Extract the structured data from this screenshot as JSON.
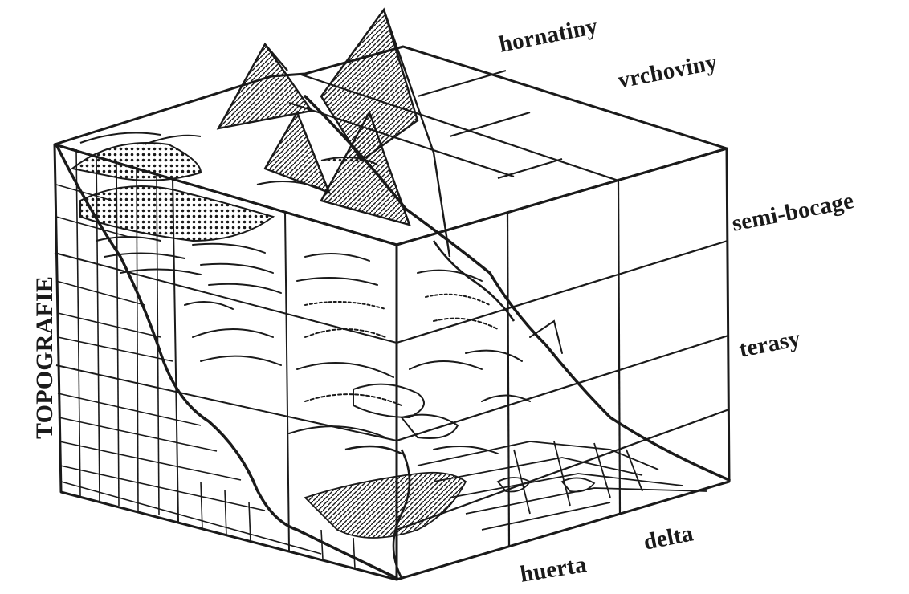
{
  "labels": {
    "hornatiny": "hornatiny",
    "vrchoviny": "vrchoviny",
    "semi_bocage": "semi-bocage",
    "terasy": "terasy",
    "delta": "delta",
    "huerta": "huerta",
    "topografie": "TOPOGRAFIE"
  },
  "style": {
    "ink": "#1a1a1a",
    "paper": "#ffffff"
  }
}
